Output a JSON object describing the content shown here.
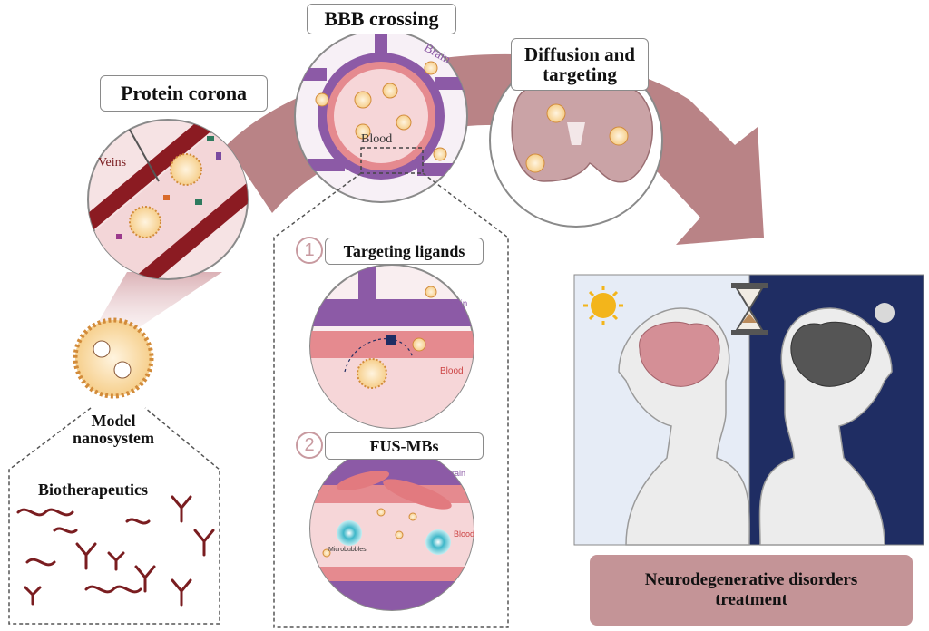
{
  "stages": {
    "protein_corona": "Protein corona",
    "bbb_crossing": "BBB crossing",
    "diffusion_targeting_1": "Diffusion and",
    "diffusion_targeting_2": "targeting"
  },
  "vessel_labels": {
    "veins": "Veins",
    "brain": "Brain",
    "blood": "Blood"
  },
  "mechanisms": [
    {
      "number": "1",
      "title": "Targeting ligands",
      "brain_label": "Brain",
      "blood_label": "Blood"
    },
    {
      "number": "2",
      "title": "FUS-MBs",
      "brain_label": "Brain",
      "blood_label": "Blood",
      "microbubble_label": "Microbubbles"
    }
  ],
  "model": {
    "line1": "Model",
    "line2": "nanosystem"
  },
  "biotherapeutics": "Biotherapeutics",
  "treatment": {
    "line1": "Neurodegenerative disorders",
    "line2": "treatment"
  },
  "colors": {
    "arrow": "#b98386",
    "vessel": "#8b1b22",
    "bbb": "#8c5aa6",
    "day_panel": "#e6ecf6",
    "night_panel": "#1f2d63",
    "treatment_box": "#c49497"
  }
}
